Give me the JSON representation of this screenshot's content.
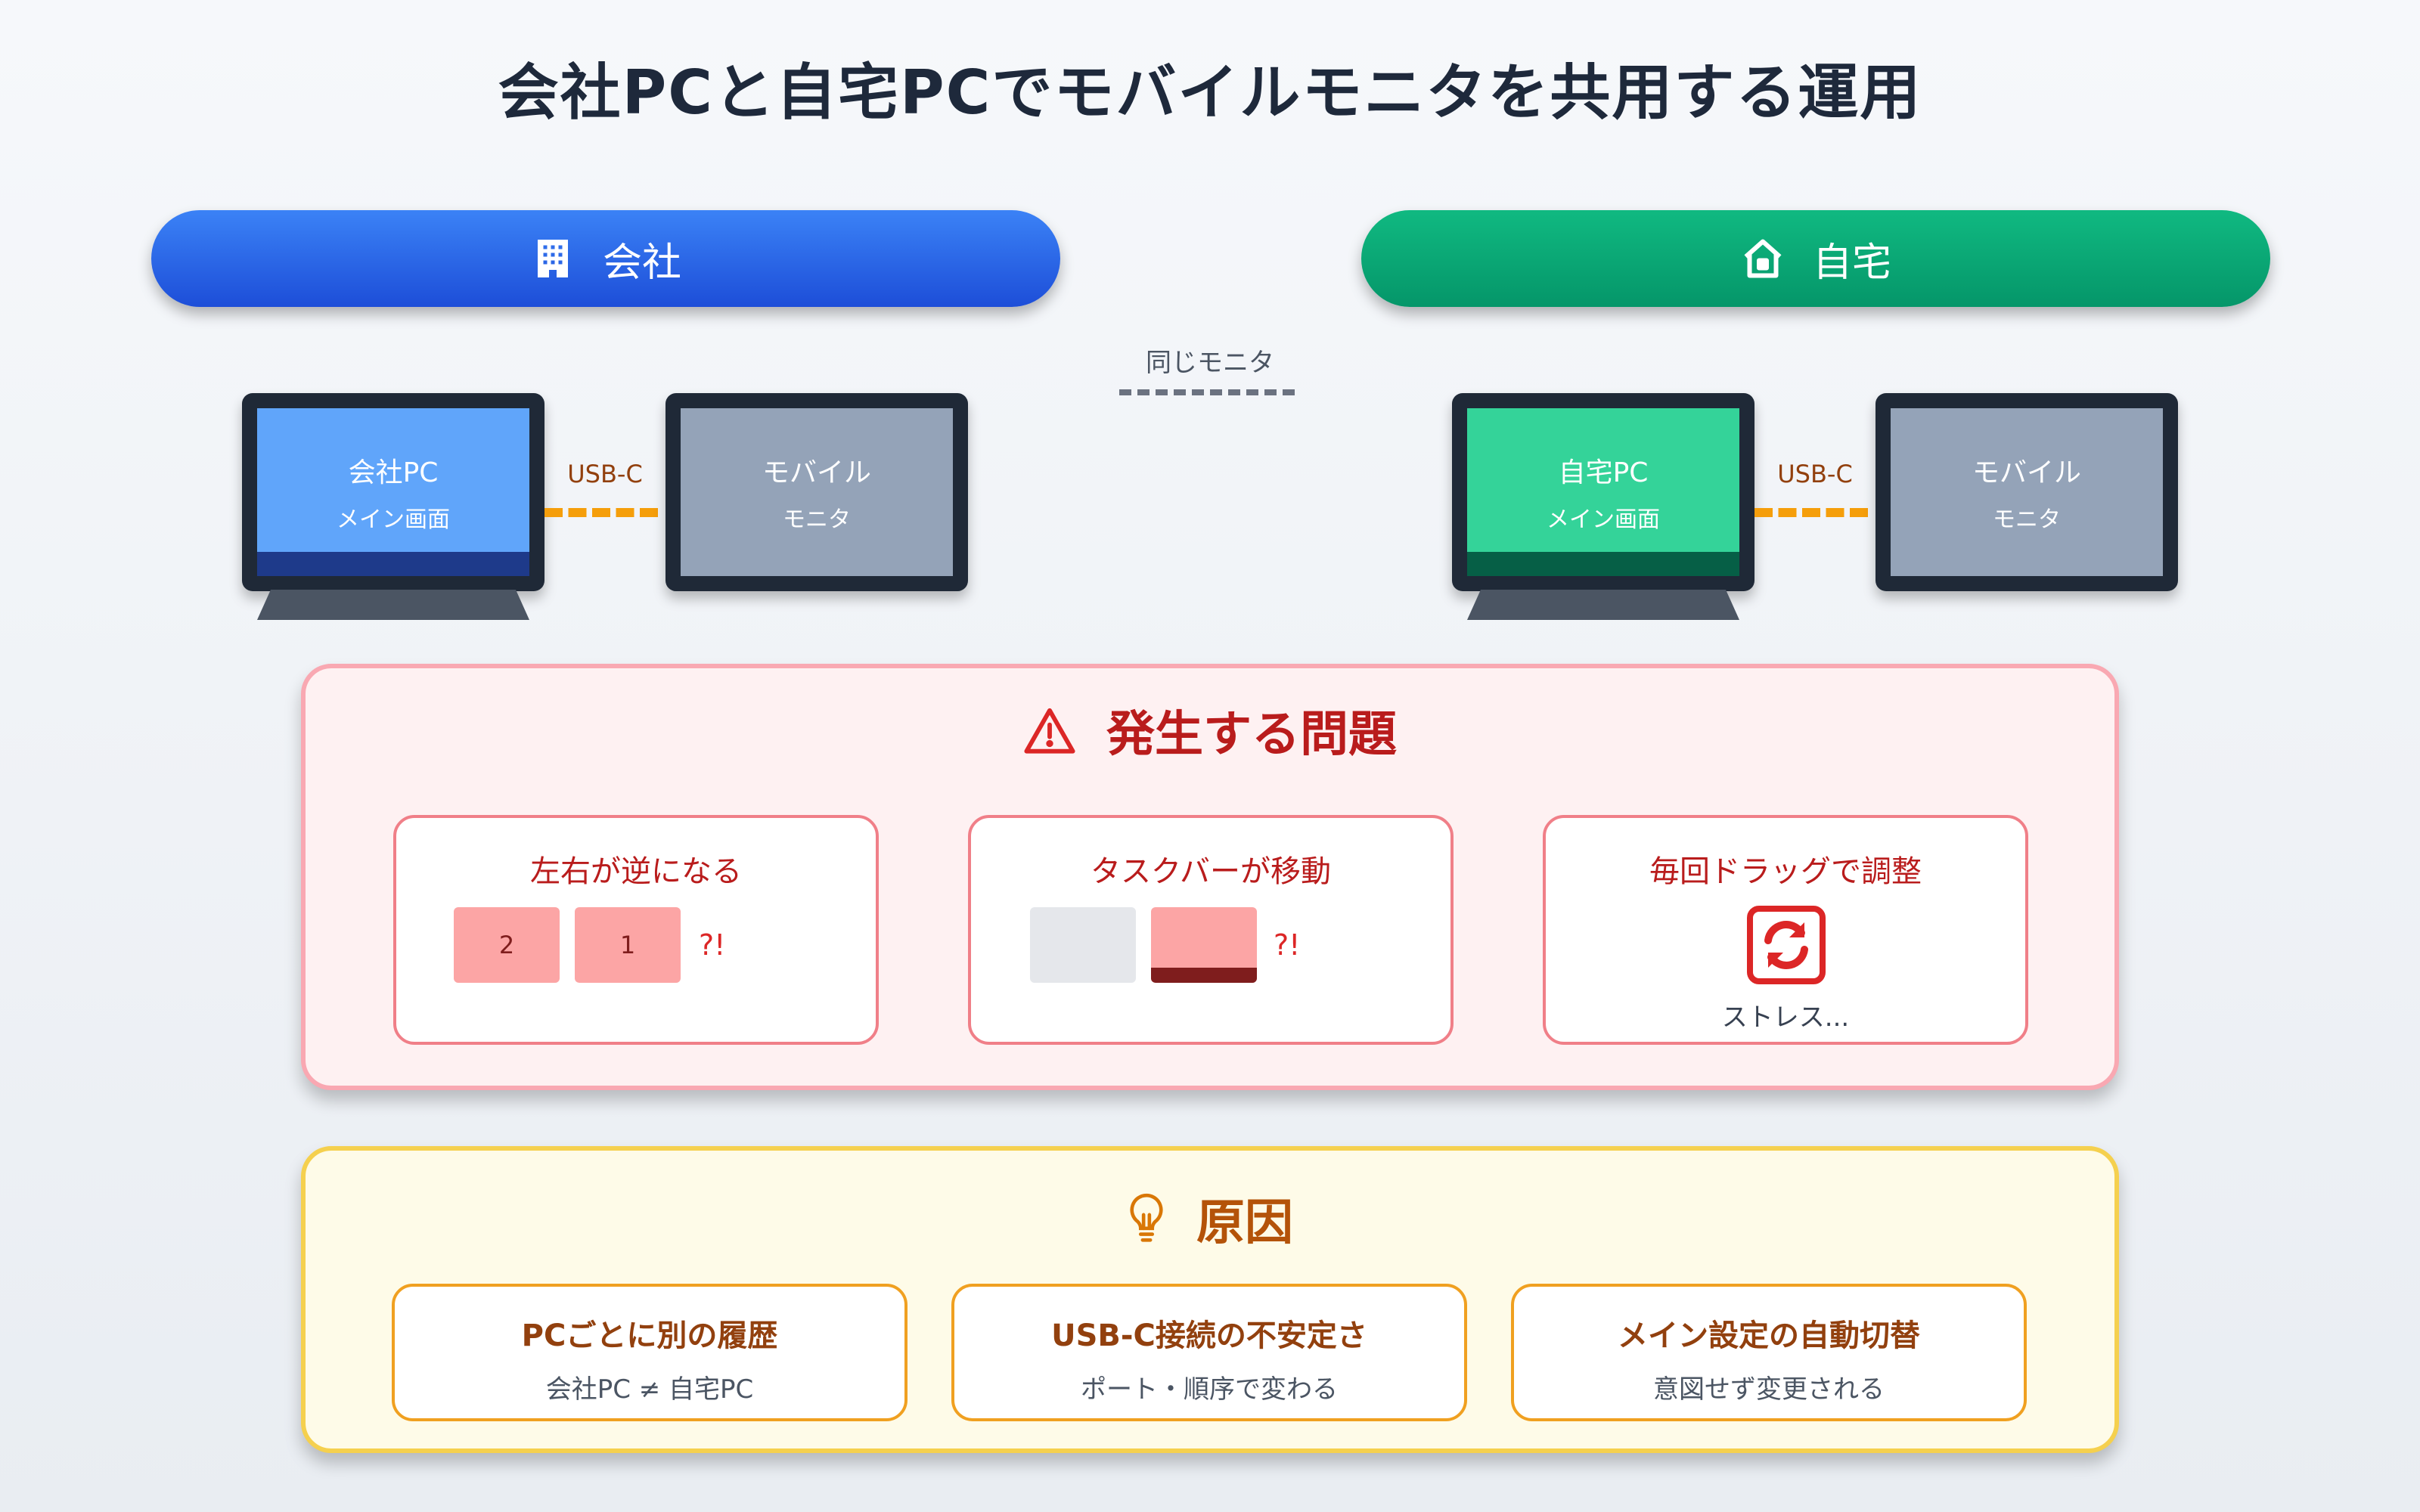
{
  "title": "会社PCと自宅PCでモバイルモニタを共用する運用",
  "office": {
    "label": "会社",
    "icon": "office-building-icon",
    "color": "#2563eb",
    "pc": {
      "name": "会社PC",
      "sub": "メイン画面"
    },
    "usb_label": "USB-C",
    "monitor": {
      "name": "モバイル",
      "sub": "モニタ"
    }
  },
  "home": {
    "label": "自宅",
    "icon": "house-icon",
    "color": "#059669",
    "pc": {
      "name": "自宅PC",
      "sub": "メイン画面"
    },
    "usb_label": "USB-C",
    "monitor": {
      "name": "モバイル",
      "sub": "モニタ"
    }
  },
  "same_monitor_label": "同じモニタ",
  "problems": {
    "title": "発生する問題",
    "icon": "warning-triangle-icon",
    "cards": [
      {
        "title": "左右が逆になる",
        "box_left": "2",
        "box_right": "1",
        "mark": "?!"
      },
      {
        "title": "タスクバーが移動",
        "mark": "?!"
      },
      {
        "title": "毎回ドラッグで調整",
        "icon": "refresh-icon",
        "caption": "ストレス..."
      }
    ]
  },
  "causes": {
    "title": "原因",
    "icon": "lightbulb-icon",
    "cards": [
      {
        "title": "PCごとに別の履歴",
        "sub": "会社PC ≠ 自宅PC"
      },
      {
        "title": "USB-C接続の不安定さ",
        "sub": "ポート・順序で変わる"
      },
      {
        "title": "メイン設定の自動切替",
        "sub": "意図せず変更される"
      }
    ]
  },
  "colors": {
    "problem_bg": "#fef1f2",
    "problem_border": "#f9a8b2",
    "problem_text": "#b91c1c",
    "cause_bg": "#fefbe8",
    "cause_border": "#f5d04e",
    "cause_text": "#92400e",
    "usb_line": "#f59e0b"
  }
}
